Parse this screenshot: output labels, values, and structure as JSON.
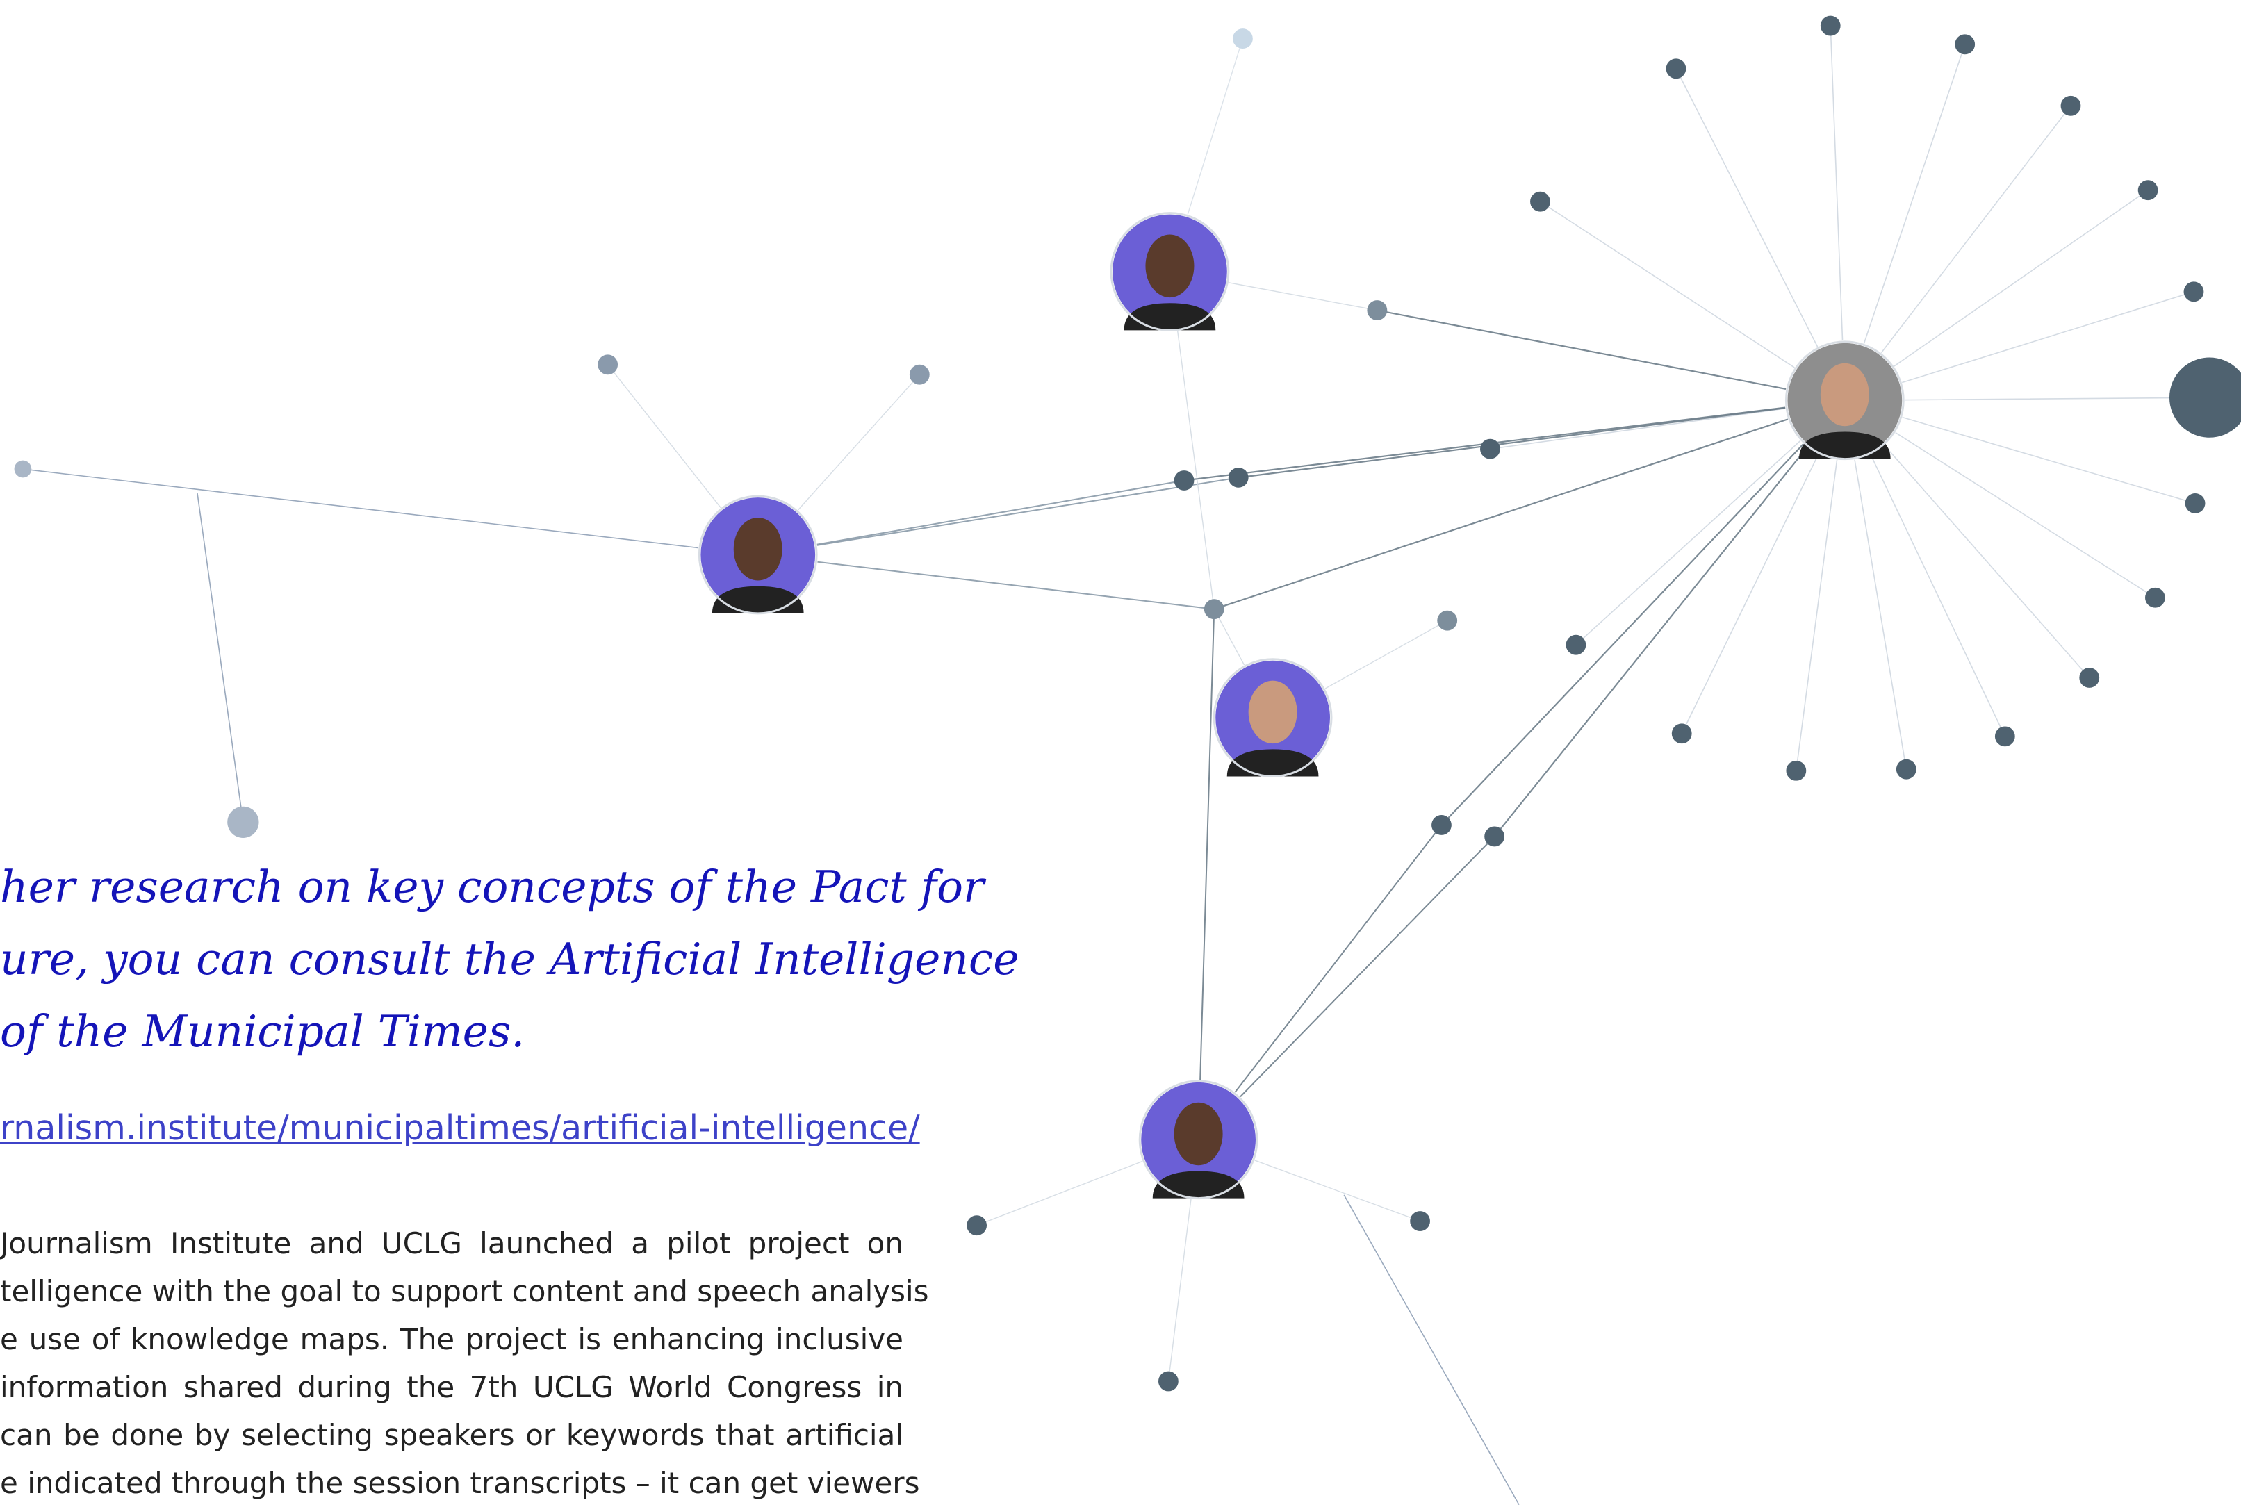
{
  "quote": {
    "lines": [
      "her research on key concepts of the Pact for",
      "ure, you can consult the Artificial Intelligence",
      "of the Municipal Times."
    ]
  },
  "link": {
    "text": "rnalism.institute/municipaltimes/artificial-intelligence/"
  },
  "paragraph": {
    "lines": [
      "Journalism Institute and UCLG launched a pilot project on",
      "telligence with the goal to support content and speech analysis",
      "e use of knowledge maps. The project is enhancing inclusive",
      "information shared during the 7th UCLG World Congress in",
      "can be done by selecting speakers or keywords that artificial",
      "e indicated through the session transcripts – it can get viewers"
    ]
  },
  "colors": {
    "quote_text": "#1414b8",
    "link_text": "#3d42c8",
    "body_text": "#222222",
    "node_dark": "#4f6270",
    "node_light": "#a9b6c6",
    "avatar_ring": "#6b5fd6"
  },
  "graph": {
    "speakers": [
      {
        "name": "speaker-node-top"
      },
      {
        "name": "speaker-node-left"
      },
      {
        "name": "speaker-node-hub"
      },
      {
        "name": "speaker-node-middle"
      },
      {
        "name": "speaker-node-bottom"
      }
    ]
  }
}
